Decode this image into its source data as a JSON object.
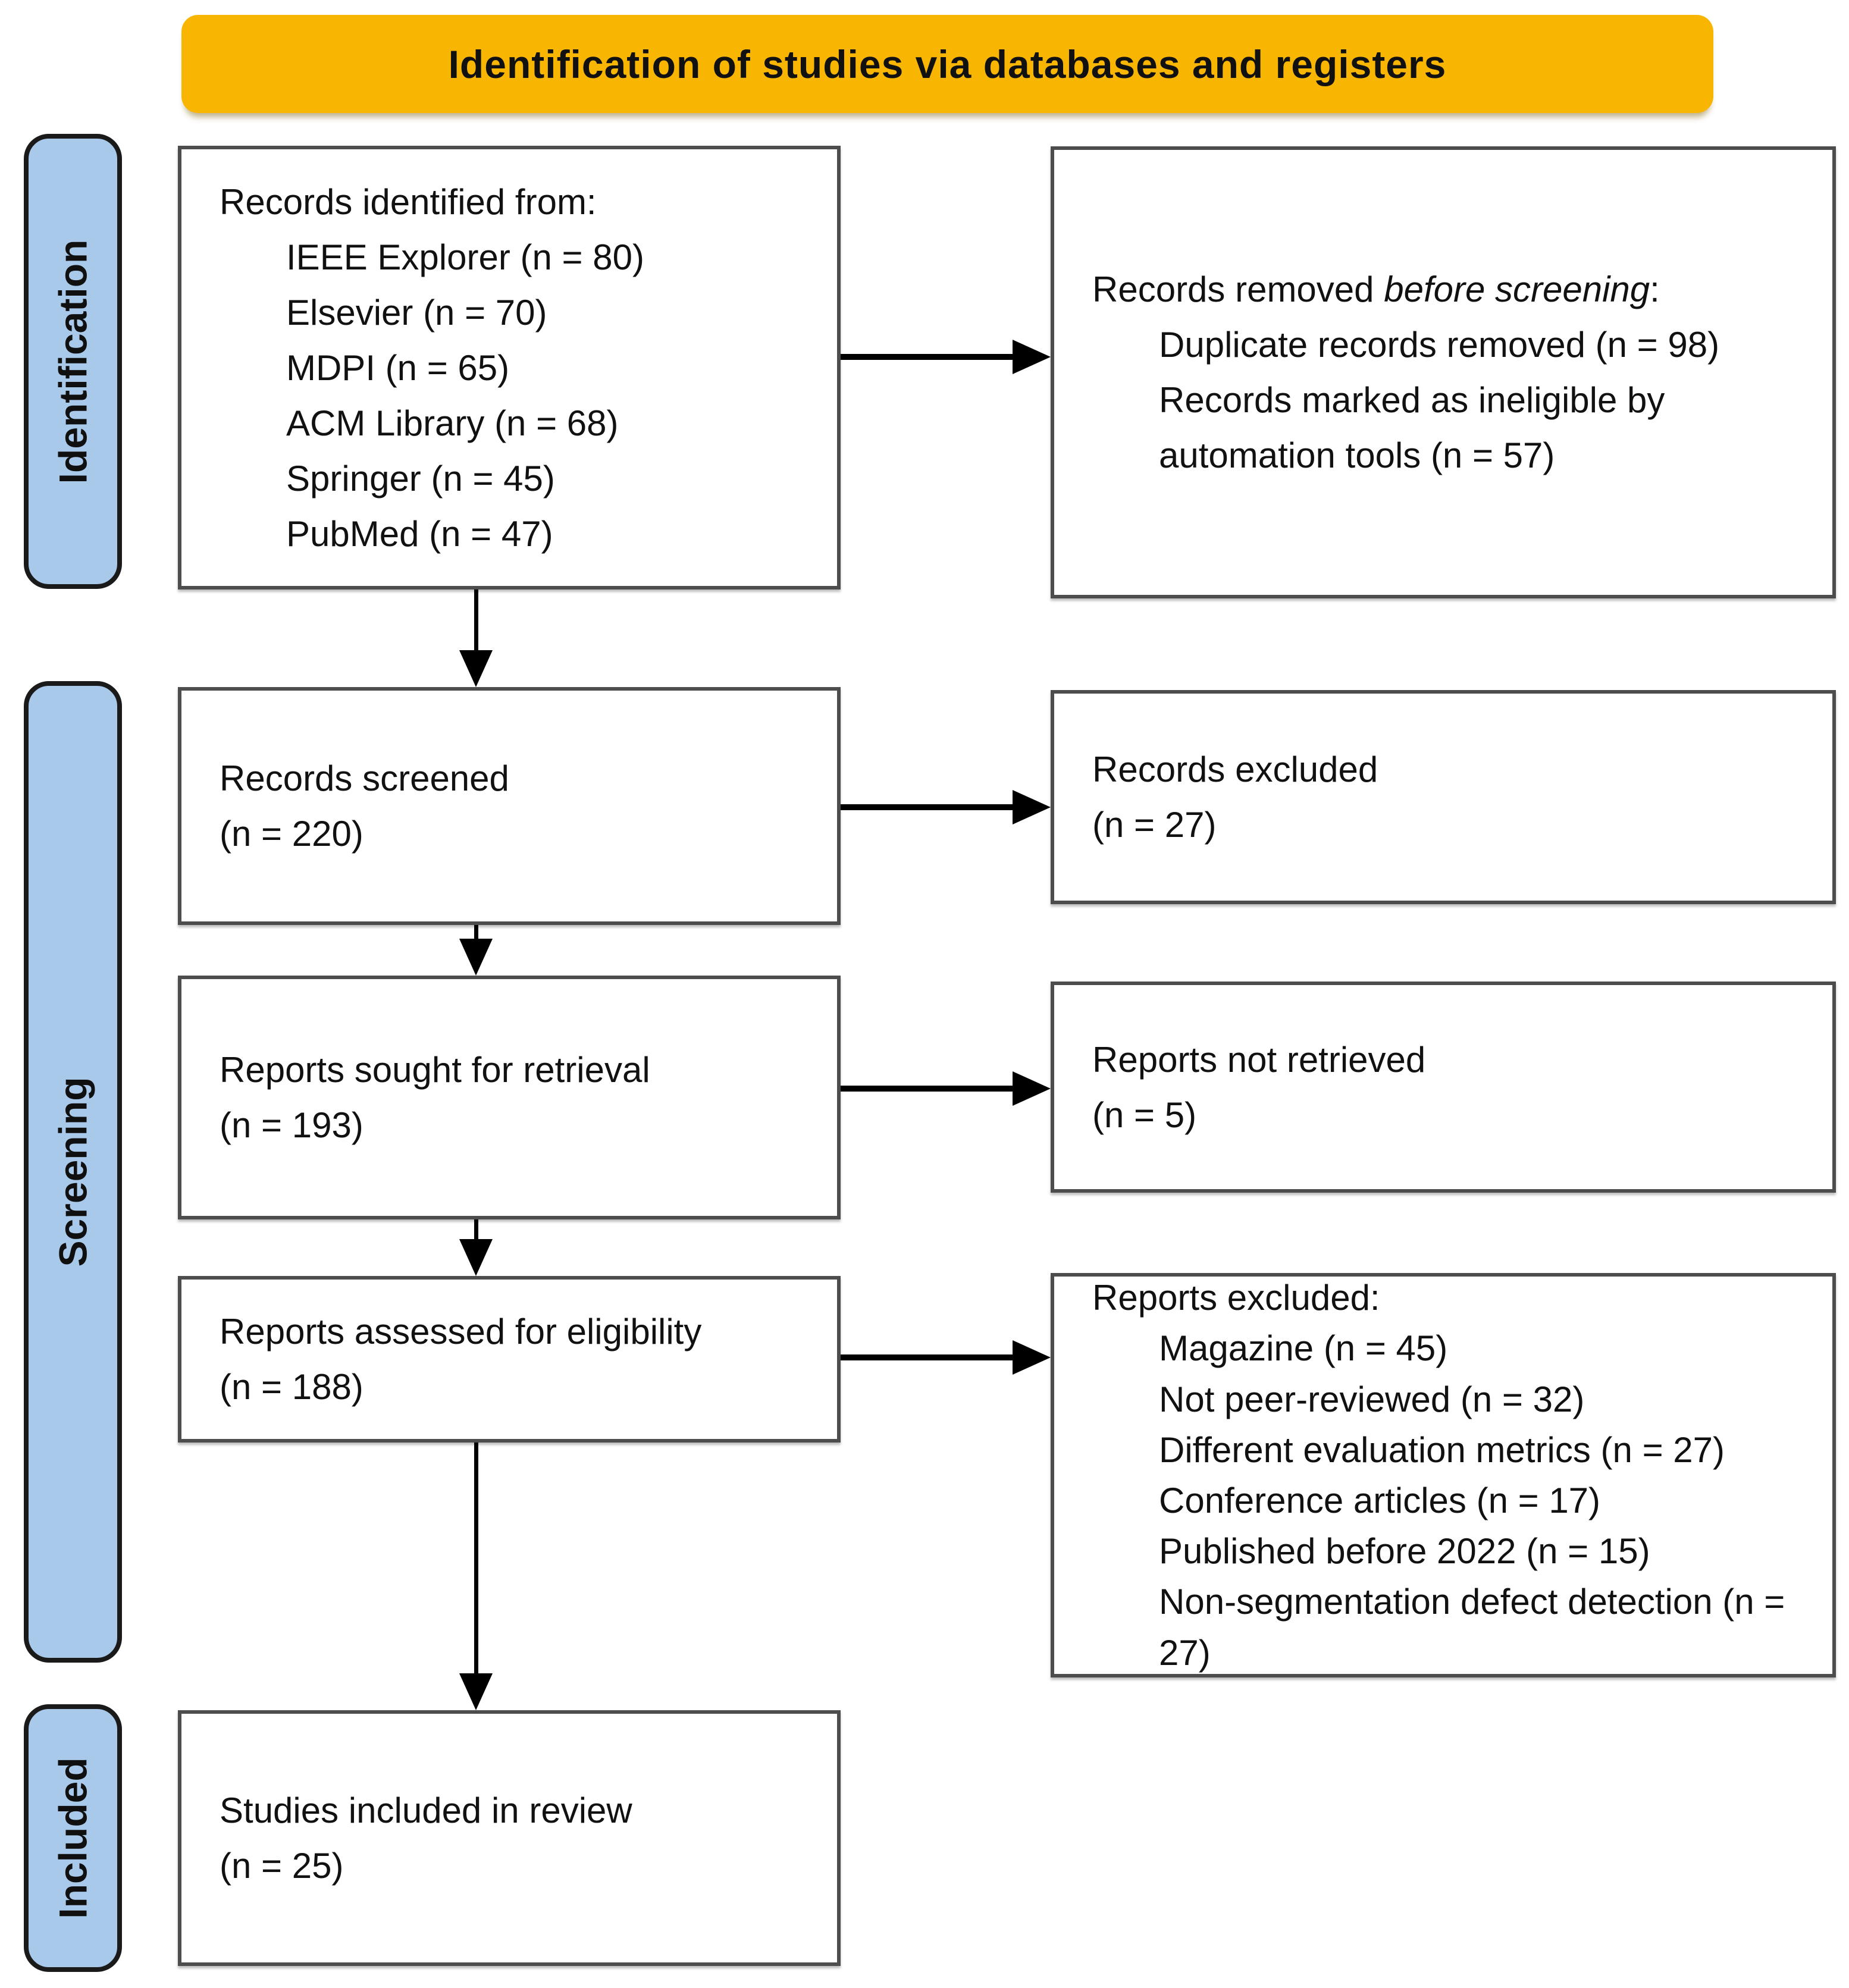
{
  "banner": {
    "title": "Identification of studies via databases and registers"
  },
  "stages": [
    {
      "label": "Identification"
    },
    {
      "label": "Screening"
    },
    {
      "label": "Included"
    }
  ],
  "boxes": {
    "records_identified": {
      "title": "Records identified from:",
      "items": [
        "IEEE Explorer (n = 80)",
        "Elsevier (n = 70)",
        "MDPI (n = 65)",
        "ACM Library (n = 68)",
        "Springer (n = 45)",
        "PubMed (n = 47)"
      ]
    },
    "records_removed": {
      "title_prefix": "Records removed ",
      "title_italic": "before screening",
      "title_suffix": ":",
      "items": [
        "Duplicate records removed (n = 98)",
        "Records marked as ineligible by automation tools (n = 57)"
      ]
    },
    "records_screened": {
      "label": "Records screened",
      "count": "(n = 220)"
    },
    "records_excluded": {
      "label": "Records excluded",
      "count": "(n = 27)"
    },
    "reports_sought": {
      "label": "Reports sought for retrieval",
      "count": "(n = 193)"
    },
    "reports_not_retrieved": {
      "label": "Reports not retrieved",
      "count": "(n = 5)"
    },
    "reports_assessed": {
      "label": "Reports assessed for eligibility",
      "count": "(n = 188)"
    },
    "reports_excluded": {
      "title": "Reports excluded:",
      "items": [
        "Magazine (n = 45)",
        "Not peer-reviewed (n = 32)",
        "Different evaluation metrics (n = 27)",
        "Conference articles (n = 17)",
        "Published before 2022 (n = 15)",
        "Non-segmentation defect detection (n = 27)"
      ]
    },
    "studies_included": {
      "label": "Studies included in review",
      "count": "(n = 25)"
    }
  },
  "colors": {
    "banner_bg": "#F8B602",
    "stage_bg": "#A9C9EB",
    "stage_border": "#1A1A1A",
    "box_border": "#4D4D4D",
    "arrow": "#000000",
    "text": "#111111"
  }
}
